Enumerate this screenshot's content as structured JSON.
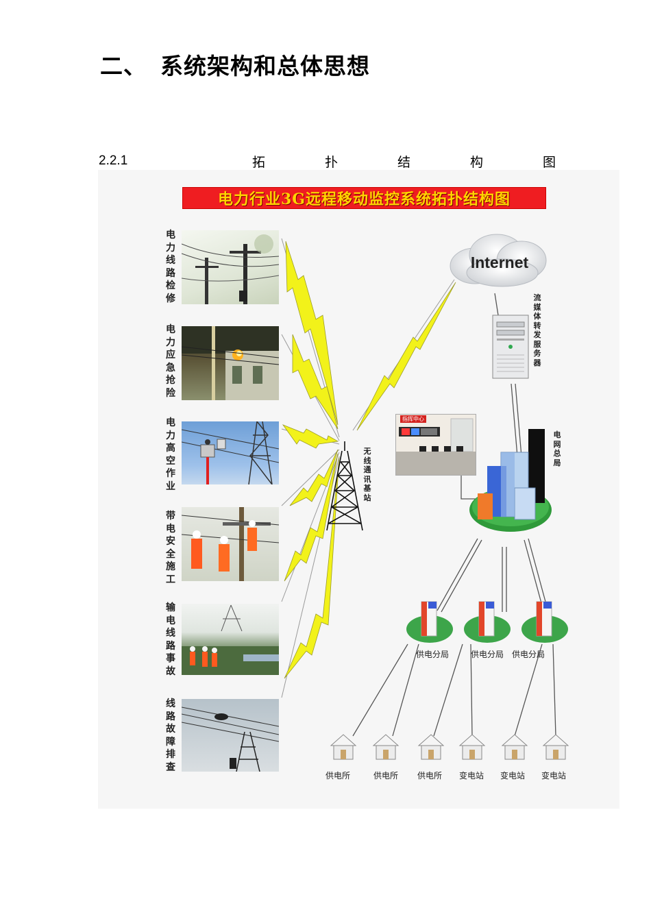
{
  "heading": {
    "number": "二、",
    "text": "系统架构和总体思想"
  },
  "subheading": {
    "number": "2.2.1",
    "chars": [
      "拓",
      "扑",
      "结",
      "构",
      "图"
    ]
  },
  "figure": {
    "title": "电力行业3G远程移动监控系统拓扑结构图",
    "scenarios": [
      {
        "label": "电力线路检修"
      },
      {
        "label": "电力应急抢险"
      },
      {
        "label": "电力高空作业"
      },
      {
        "label": "带电安全施工"
      },
      {
        "label": "输电线路事故"
      },
      {
        "label": "线路故障排查"
      }
    ],
    "internet_label": "Internet",
    "server_label": "流媒体转发服务器",
    "tower_label": "无线通讯基站",
    "hq_label": "电网总局",
    "control_room_sign": "指挥中心",
    "branches": [
      "供电分局",
      "供电分局",
      "供电分局"
    ],
    "stations": [
      "供电所",
      "供电所",
      "供电所",
      "变电站",
      "变电站",
      "变电站"
    ]
  },
  "colors": {
    "banner_bg": "#ef1d21",
    "banner_text": "#ffd400",
    "bolt": "#f2f21a"
  }
}
